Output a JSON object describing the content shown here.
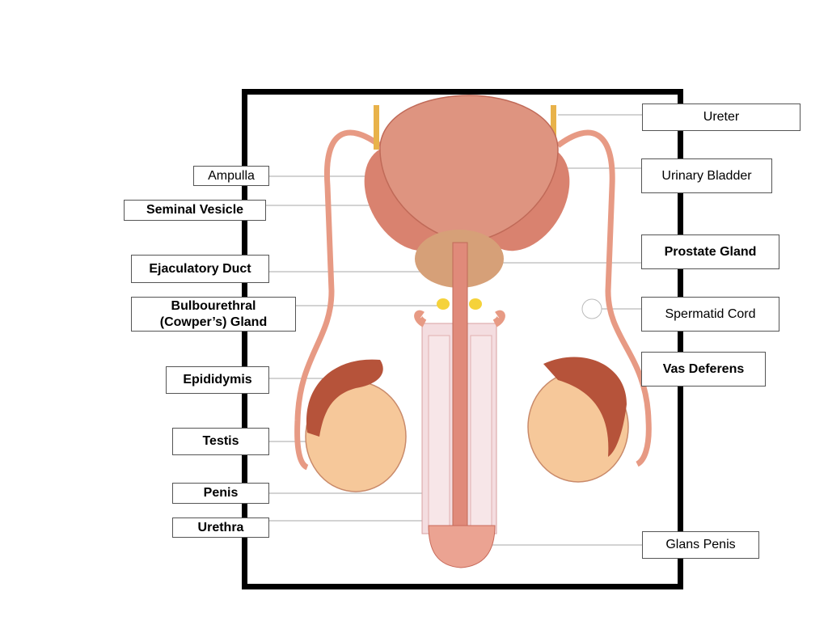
{
  "labels": {
    "ureter": "Ureter",
    "urinary_bladder": "Urinary Bladder",
    "ampulla": "Ampulla",
    "seminal_vesicle": "Seminal Vesicle",
    "prostate_gland": "Prostate Gland",
    "ejaculatory_duct": "Ejaculatory Duct",
    "bulbourethral_line1": "Bulbourethral",
    "bulbourethral_line2": "(Cowper’s) Gland",
    "spermatid_cord": "Spermatid Cord",
    "vas_deferens": "Vas Deferens",
    "epididymis": "Epididymis",
    "testis": "Testis",
    "penis": "Penis",
    "urethra": "Urethra",
    "glans_penis": "Glans Penis"
  },
  "colors": {
    "tissue": "#e79a84",
    "tissue_dark": "#c86a5a",
    "testis_fill": "#f6c89a",
    "epididymis_fill": "#b6533a",
    "ureter_yellow": "#e8b24a",
    "gland_yellow": "#f5d23a",
    "prostate": "#d6a078"
  }
}
